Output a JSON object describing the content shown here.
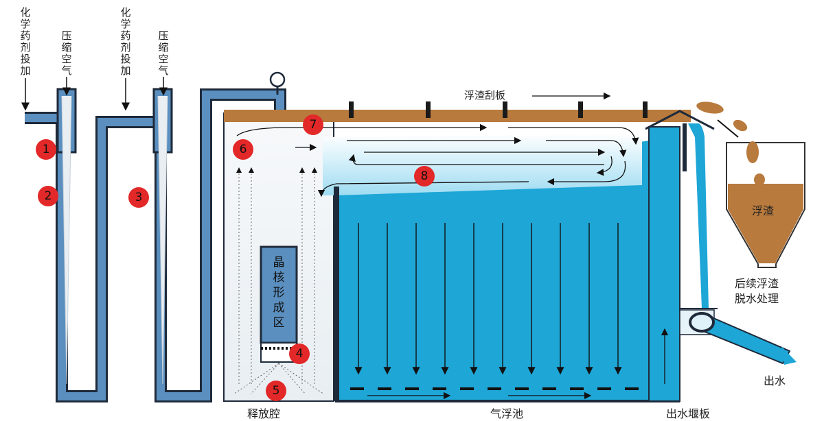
{
  "labels": {
    "chem1": "化学药剂投加",
    "air1": "压缩空气",
    "chem2": "化学药剂投加",
    "air2": "压缩空气",
    "scraper": "浮渣刮板",
    "nucleus": "晶核形成区",
    "scum": "浮渣",
    "dewater_line1": "后续浮渣",
    "dewater_line2": "脱水处理",
    "outlet": "出水",
    "release": "释放腔",
    "flotation": "气浮池",
    "weir": "出水堰板"
  },
  "steps": [
    "1",
    "2",
    "3",
    "4",
    "5",
    "6",
    "7",
    "8"
  ],
  "colors": {
    "pipe": "#5a8fbf",
    "pipe_edge": "#1e2a3a",
    "water": "#1ea6d6",
    "water_light": "#8fd8f0",
    "scum": "#b87a3d",
    "badge": "#e22828"
  }
}
